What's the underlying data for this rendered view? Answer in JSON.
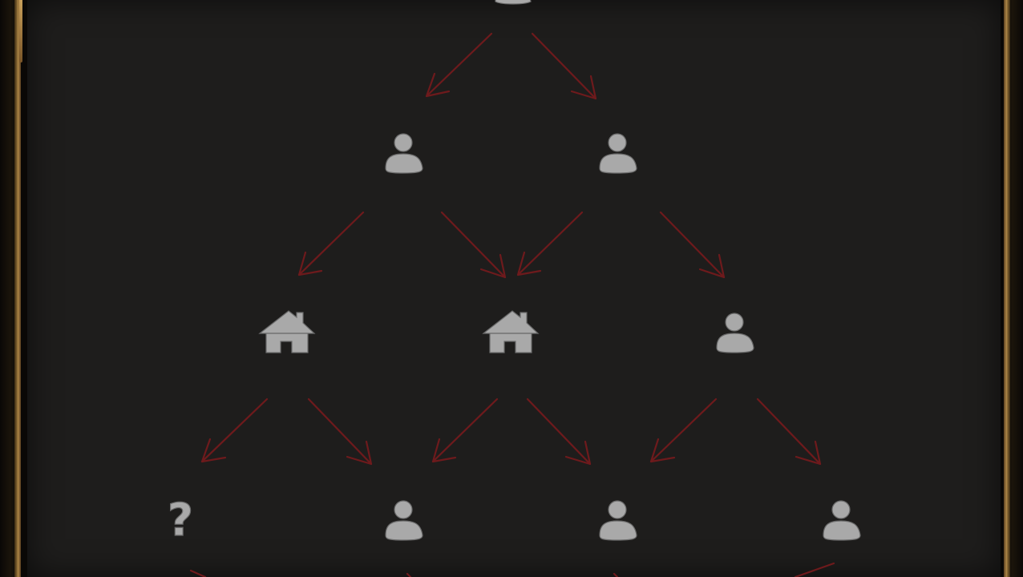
{
  "scene": "family-tree-puzzle-board",
  "colors": {
    "board": "#1e1d1c",
    "arrow": "#6e1a1c",
    "icon_fill": "#a9a9a9",
    "frame_gold": "#b08848"
  },
  "nodes": [
    {
      "id": "top-partial",
      "icon": "scroll-icon"
    },
    {
      "id": "r1-a",
      "icon": "person-icon"
    },
    {
      "id": "r1-b",
      "icon": "person-icon"
    },
    {
      "id": "r2-a",
      "icon": "house-icon"
    },
    {
      "id": "r2-b",
      "icon": "house-icon"
    },
    {
      "id": "r2-c",
      "icon": "person-icon"
    },
    {
      "id": "r3-a",
      "icon": "question-icon",
      "label": "?"
    },
    {
      "id": "r3-b",
      "icon": "person-icon"
    },
    {
      "id": "r3-c",
      "icon": "person-icon"
    },
    {
      "id": "r3-d",
      "icon": "person-icon"
    }
  ],
  "question_label": "?"
}
